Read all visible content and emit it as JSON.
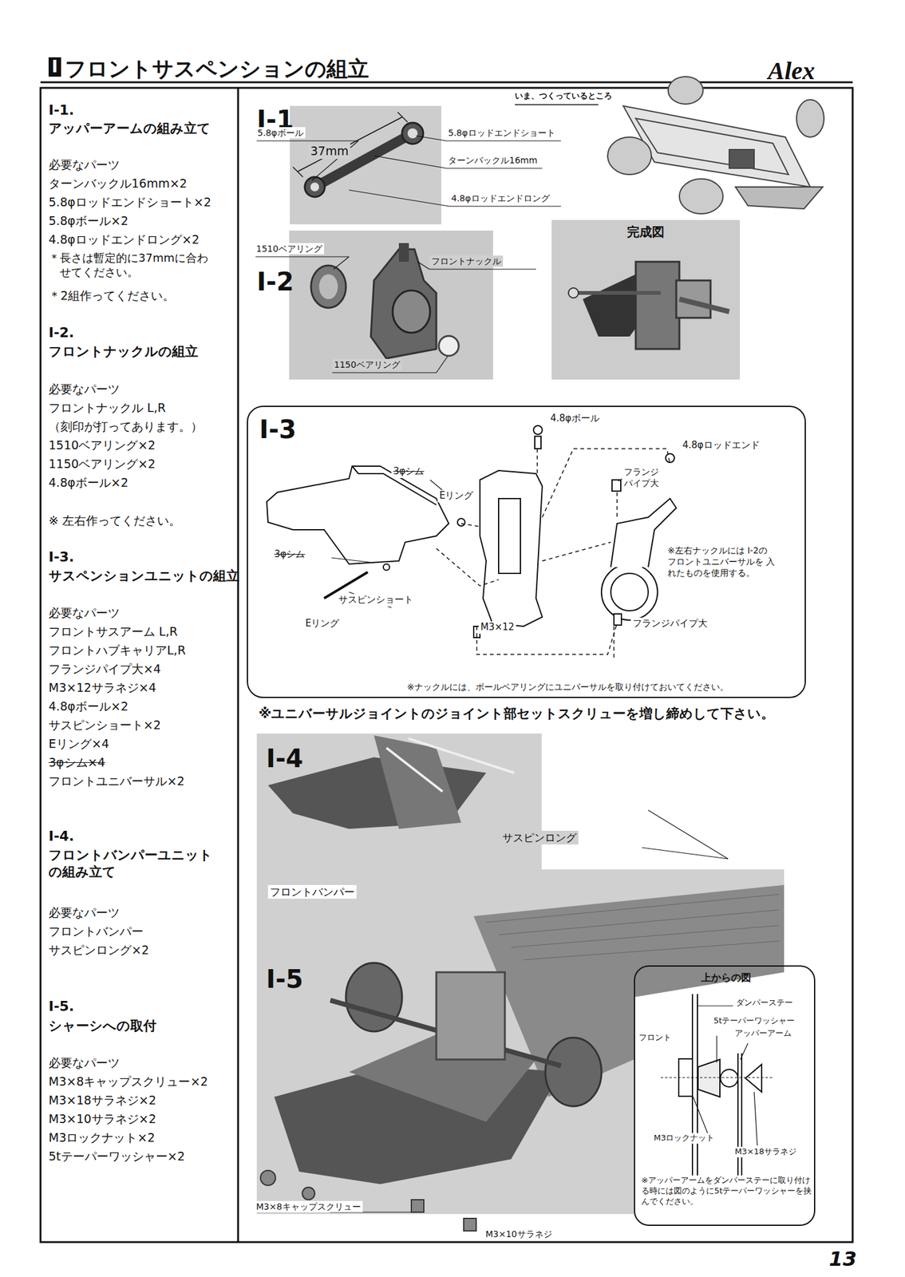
{
  "diagram": {
    "title": "フロントサスペンションの組立",
    "nodes": [
      {
        "text": [
          "完成図"
        ]
      },
      {
        "text": [
          "I-3"
        ]
      },
      {
        "text": [
          "上からの図"
        ]
      }
    ],
    "labels": [
      "I",
      "Alex",
      "いま、つくっているところ",
      "I-1.",
      "アッパーアームの組み立て",
      "必要なパーツ",
      "ターンバックル16mm×2",
      "5.8φロッドエンドショート×2",
      "5.8φボール×2",
      "4.8φロッドエンドロング×2",
      "＊長さは暫定的に37mmに合わ せてください。",
      "＊2組作ってください。",
      "I-2.",
      "フロントナックルの組立",
      "必要なパーツ",
      "フロントナックル L,R",
      "（刻印が打ってあります。）",
      "1510ベアリング×2",
      "1150ベアリング×2",
      "4.8φボール×2",
      "※ 左右作ってください。",
      "I-3.",
      "サスペンションユニットの組立",
      "必要なパーツ",
      "フロントサスアーム L,R",
      "フロントハブキャリアL,R",
      "フランジパイプ大×4",
      "M3×12サラネジ×4",
      "4.8φボール×2",
      "サスピンショート×2",
      "Eリング×4",
      "3φシム×4",
      "フロントユニバーサル×2",
      "I-4.",
      "フロントバンパーユニット の組み立て",
      "必要なパーツ",
      "フロントバンパー",
      "サスピンロング×2",
      "I-5.",
      "シャーシへの取付",
      "必要なパーツ",
      "M3×8キャップスクリュー×2",
      "M3×18サラネジ×2",
      "M3×10サラネジ×2",
      "M3ロックナット×2",
      "5tテーパーワッシャー×2",
      "I-1",
      "5.8φボール",
      "37mm",
      "5.8φロッドエンドショート",
      "ターンバックル16mm",
      "4.8φロッドエンドロング",
      "1510ベアリング",
      "I-2",
      "フロントナックル",
      "1150ベアリング",
      "4.8φボール",
      "4.8φロッドエンド",
      "フランジ パイプ大",
      "3φシム",
      "Eリング",
      "※左右ナックルには I-2の フロントユニバーサルを 入れたものを使用する。",
      "3φシム",
      "サスピンショート",
      "Eリング",
      "M3×12",
      "フランジパイプ大",
      "※ナックルには、ボールベアリングにユニバーサルを取り付けておいてください。",
      "※ユニバーサルジョイントのジョイント部セットスクリューを増し締めして下さい。",
      "I-4",
      "サスピンロング",
      "フロントバンパー",
      "I-5",
      "M3×8キャップスクリュー",
      "M3×10サラネジ",
      "ダンパーステー",
      "5tテーパーワッシャー",
      "アッパーアーム",
      "フロント",
      "M3ロックナット",
      "M3×18サラネジ",
      "※アッパーアームをダンパーステーに取り付ける時には図のように5tテーパーワッシャーを挟んでください。",
      "13"
    ]
  }
}
